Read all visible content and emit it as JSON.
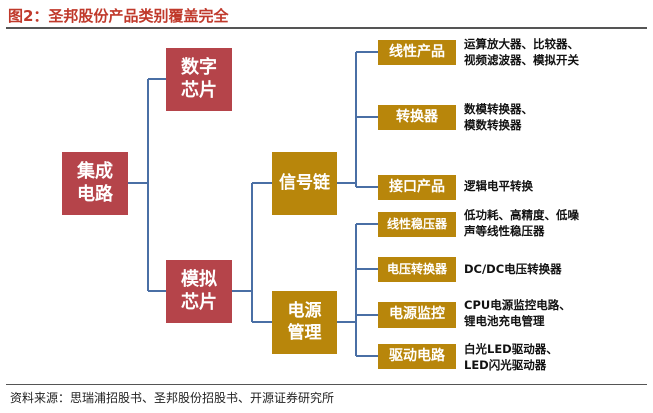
{
  "title": "图2：圣邦股份产品类别覆盖完全",
  "source": "资料来源：思瑞浦招股书、圣邦股份招股书、开源证券研究所",
  "nodes": {
    "root": "集成\n电路",
    "digital": "数字\n芯片",
    "analog": "模拟\n芯片",
    "signal_chain": "信号链",
    "power": "电源\n管理",
    "linear": "线性产品",
    "converter": "转换器",
    "interface": "接口产品",
    "ldo": "线性稳压器",
    "dcdc": "电压转换器",
    "monitor": "电源监控",
    "driver": "驱动电路"
  },
  "descriptions": {
    "linear": "运算放大器、比较器、\n视频滤波器、模拟开关",
    "converter": "数模转换器、\n模数转换器",
    "interface": "逻辑电平转换",
    "ldo": "低功耗、高精度、低噪\n声等线性稳压器",
    "dcdc": "DC/DC电压转换器",
    "monitor": "CPU电源监控电路、\n锂电池充电管理",
    "driver": "白光LED驱动器、\nLED闪光驱动器"
  },
  "colors": {
    "red": "#b5444a",
    "gold": "#b8860b",
    "line": "#4a6fa5"
  }
}
